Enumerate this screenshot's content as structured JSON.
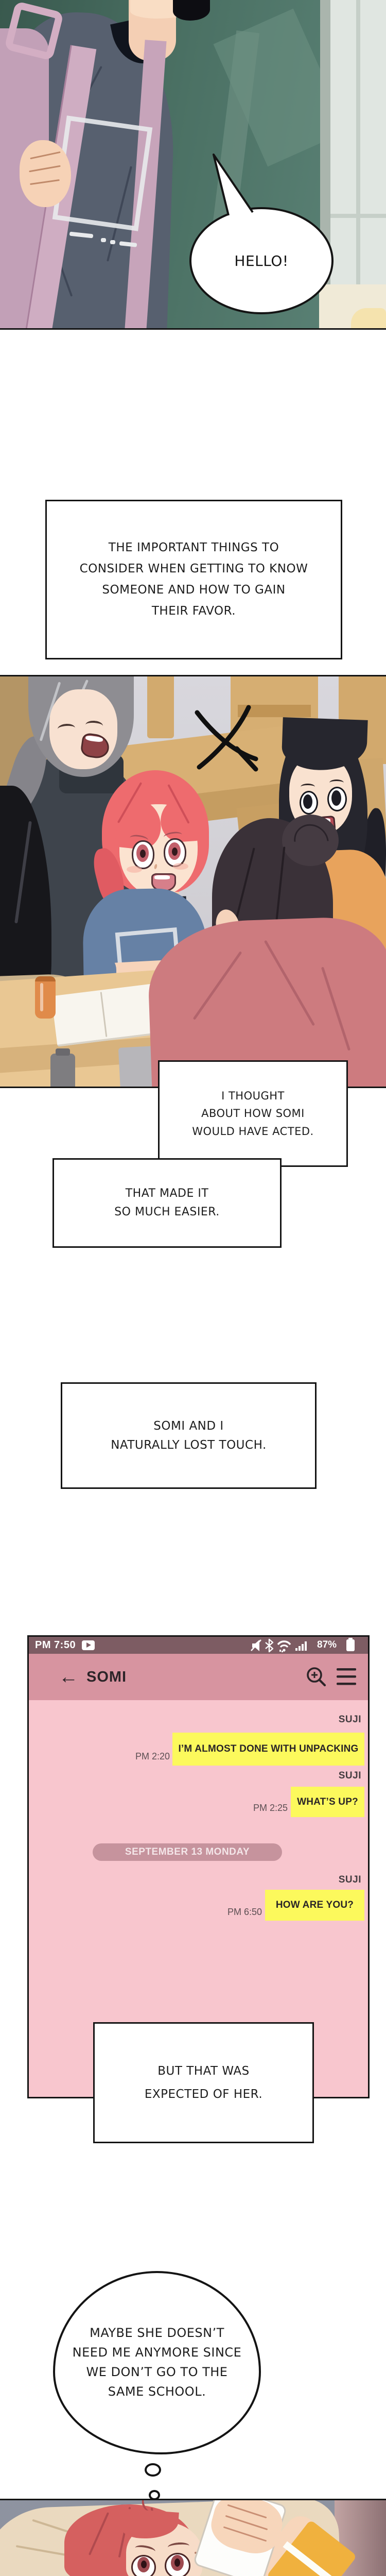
{
  "panel1": {
    "speech_bubble": "HELLO!"
  },
  "narrations": {
    "intro": "THE IMPORTANT THINGS TO\nCONSIDER WHEN GETTING TO KNOW\nSOMEONE AND HOW TO GAIN\nTHEIR FAVOR.",
    "thought_somi": "I THOUGHT\nABOUT HOW SOMI\nWOULD HAVE ACTED.",
    "easier": "THAT MADE IT\nSO MUCH EASIER.",
    "lost_touch": "SOMI AND I\nNATURALLY LOST TOUCH.",
    "expected": "BUT THAT WAS\nEXPECTED OF HER.",
    "thought_bubble": "MAYBE SHE DOESN’T\nNEED ME ANYMORE SINCE\nWE DON’T GO TO THE\nSAME SCHOOL."
  },
  "phone": {
    "status_bar": {
      "time": "PM 7:50",
      "battery_percent": "87%"
    },
    "header": {
      "back_icon": "←",
      "title": "SOMI"
    },
    "date_divider": "SEPTEMBER 13 MONDAY",
    "messages": [
      {
        "sender": "SUJI",
        "text": "I’M ALMOST DONE WITH UNPACKING",
        "time": "PM 2:20"
      },
      {
        "sender": "SUJI",
        "text": "WHAT’S UP?",
        "time": "PM 2:25"
      },
      {
        "sender": "SUJI",
        "text": "HOW ARE YOU?",
        "time": "PM 6:50"
      }
    ]
  },
  "colors": {
    "status_bar": "#7d5c63",
    "header": "#d794a0",
    "chat_body": "#f8c6ce",
    "message_yellow": "#fcf95c",
    "date_chip": "#c6939d",
    "chalkboard": "#4b7164",
    "hoodie_pink": "#cd7b7f",
    "hair_red": "#ee6b6e",
    "shirt_orange": "#e8a35c"
  }
}
